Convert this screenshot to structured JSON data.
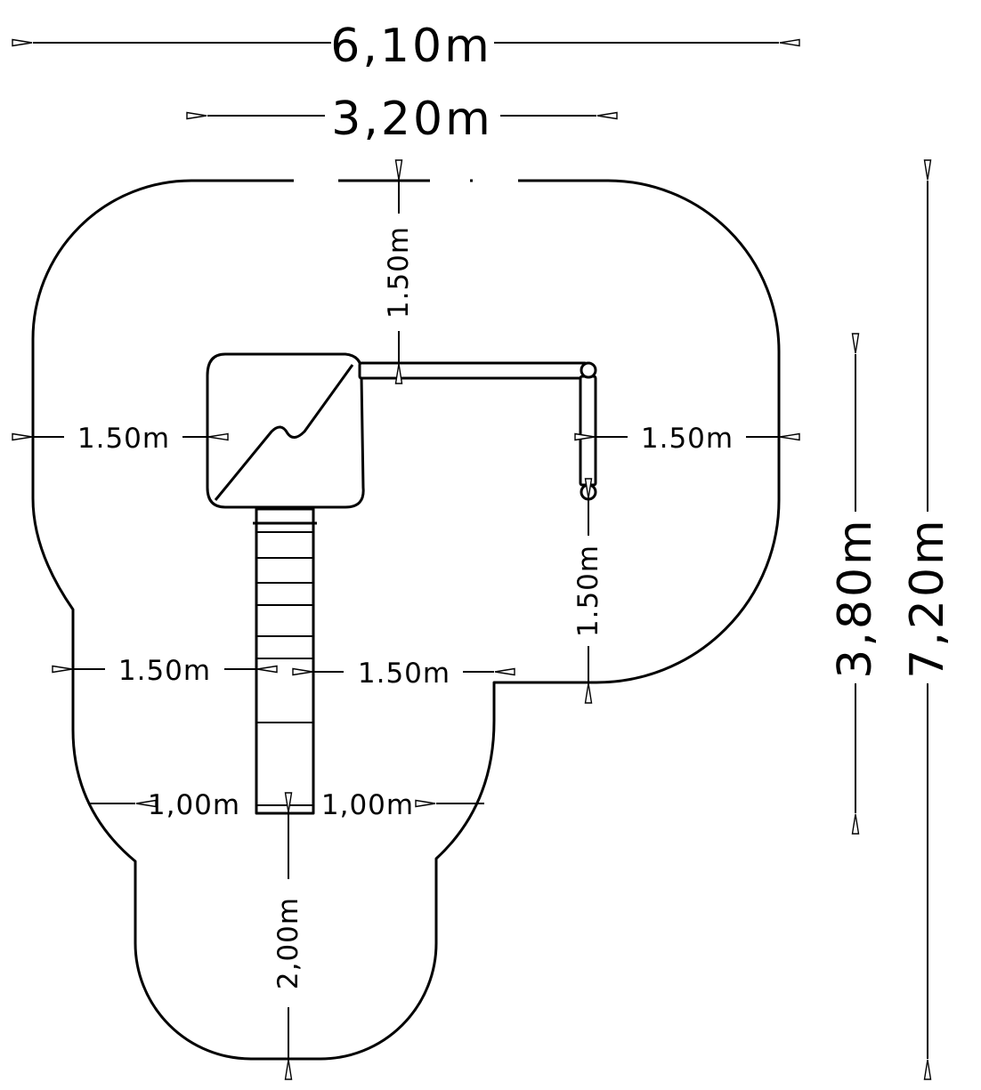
{
  "dimensions": {
    "overall_width": "6,10m",
    "structure_width": "3,20m",
    "top_clearance": "1.50m",
    "left_clearance": "1.50m",
    "right_clearance": "1.50m",
    "bar_clearance": "1.50m",
    "slide_left_clearance": "1.50m",
    "slide_right_clearance": "1.50m",
    "exit_left": "1,00m",
    "exit_right": "1,00m",
    "exit_length": "2,00m",
    "structure_depth": "3,80m",
    "overall_depth": "7,20m"
  }
}
